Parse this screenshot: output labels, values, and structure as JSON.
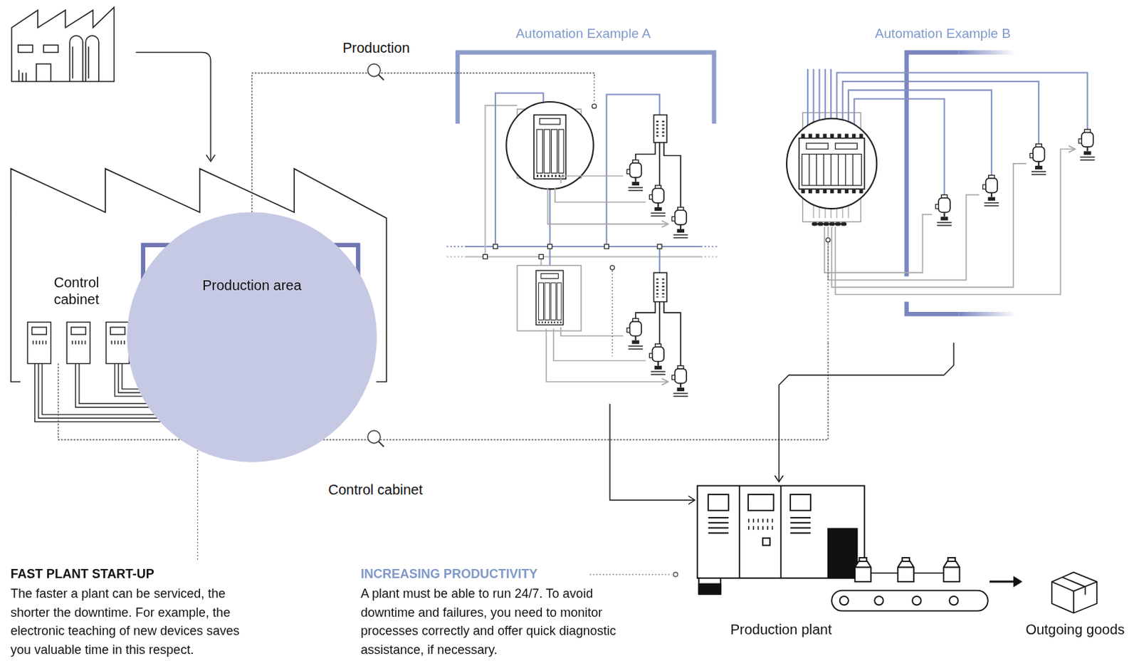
{
  "diagram": {
    "nodes": [
      {
        "text": [
          "Production area"
        ]
      },
      {
        "text": [
          "Control cabinet"
        ]
      },
      {
        "text": [
          "Automation Example A"
        ]
      },
      {
        "text": [
          "Automation Example B"
        ]
      },
      {
        "text": [
          "Production plant"
        ]
      },
      {
        "text": [
          "Outgoing goods"
        ]
      }
    ],
    "edges": [
      {
        "from": 0,
        "to": 2,
        "arrow": "none",
        "label": "Production"
      },
      {
        "from": 1,
        "to": 3,
        "arrow": "none",
        "label": "Control cabinet"
      },
      {
        "from": 2,
        "to": 4,
        "arrow": "to"
      },
      {
        "from": 3,
        "to": 4,
        "arrow": "to"
      },
      {
        "from": 4,
        "to": 5,
        "arrow": "to"
      }
    ],
    "labels": [
      "FAST PLANT START-UP",
      "The faster a plant can be serviced, the shorter the downtime. For example, the electronic teaching of new devices saves you valuable time in this respect.",
      "INCREASING PRODUCTIVITY",
      "A plant must be able to run 24/7. To avoid downtime and failures, you need to monitor processes correctly and offer quick diagnostic assistance, if necessary."
    ]
  }
}
